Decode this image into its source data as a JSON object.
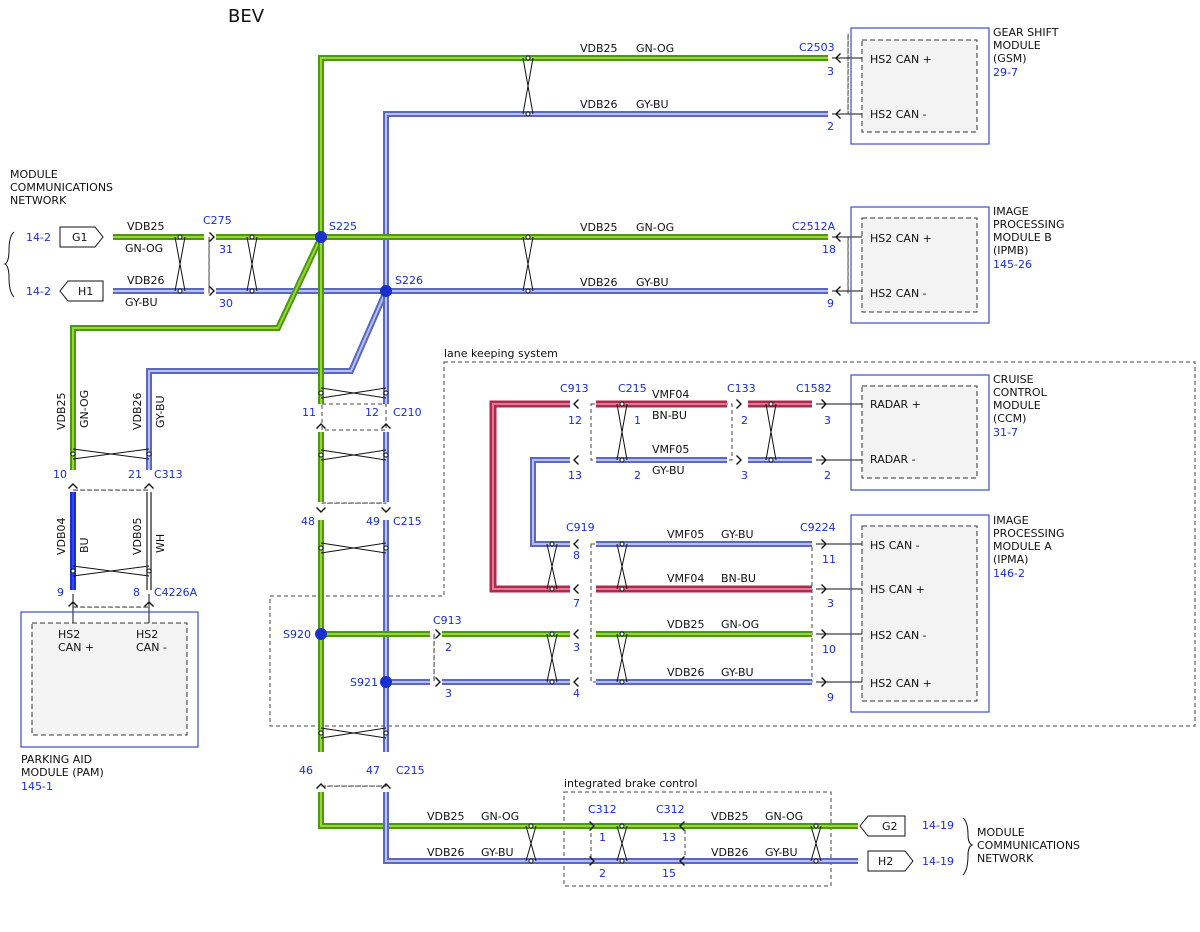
{
  "title": "BEV",
  "colors": {
    "green": "#4a9a10",
    "greenCore": "#9bd33a",
    "blue": "#5a68c0",
    "blueCore": "#b7c0f0",
    "red": "#b0284a",
    "redCore": "#e07a9a",
    "ink": "#111111",
    "link": "#1a2fd0",
    "moduleBorder": "#3b4cc8"
  },
  "modules": {
    "gsm": {
      "name": [
        "GEAR SHIFT",
        "MODULE",
        "(GSM)"
      ],
      "ref": "29-7",
      "pins": [
        "HS2 CAN +",
        "HS2 CAN -"
      ]
    },
    "ipmb": {
      "name": [
        "IMAGE",
        "PROCESSING",
        "MODULE B",
        "(IPMB)"
      ],
      "ref": "145-26",
      "pins": [
        "HS2 CAN +",
        "HS2 CAN -"
      ]
    },
    "ccm": {
      "name": [
        "CRUISE",
        "CONTROL",
        "MODULE",
        "(CCM)"
      ],
      "ref": "31-7",
      "pins": [
        "RADAR +",
        "RADAR -"
      ]
    },
    "ipma": {
      "name": [
        "IMAGE",
        "PROCESSING",
        "MODULE A",
        "(IPMA)"
      ],
      "ref": "146-2",
      "pins": [
        "HS CAN -",
        "HS CAN +",
        "HS2 CAN -",
        "HS2 CAN +"
      ]
    },
    "pam": {
      "name": [
        "PARKING AID",
        "MODULE (PAM)"
      ],
      "ref": "145-1",
      "pins": [
        "HS2",
        "CAN +",
        "HS2",
        "CAN -"
      ]
    }
  },
  "network_left": {
    "label": [
      "MODULE",
      "COMMUNICATIONS",
      "NETWORK"
    ],
    "refs": [
      "14-2",
      "14-2"
    ],
    "tags": [
      "G1",
      "H1"
    ]
  },
  "network_right": {
    "label": [
      "MODULE",
      "COMMUNICATIONS",
      "NETWORK"
    ],
    "refs": [
      "14-19",
      "14-19"
    ],
    "tags": [
      "G2",
      "H2"
    ]
  },
  "groups": {
    "lane": "lane keeping system",
    "brake": "integrated brake control"
  },
  "wires": {
    "vdb25": "VDB25",
    "vdb26": "VDB26",
    "vdb04": "VDB04",
    "vdb05": "VDB05",
    "vmf04": "VMF04",
    "vmf05": "VMF05",
    "gnog": "GN-OG",
    "gybu": "GY-BU",
    "bnbu": "BN-BU",
    "bu": "BU",
    "wh": "WH"
  },
  "connectors": {
    "c2503": "C2503",
    "c275": "C275",
    "c2512a": "C2512A",
    "c913": "C913",
    "c215": "C215",
    "c133": "C133",
    "c1582": "C1582",
    "c919": "C919",
    "c9224": "C9224",
    "c210": "C210",
    "c313": "C313",
    "c4226a": "C4226A",
    "c312": "C312"
  },
  "splices": {
    "s225": "S225",
    "s226": "S226",
    "s920": "S920",
    "s921": "S921"
  },
  "pins": {
    "gsm": [
      "3",
      "2"
    ],
    "c275": [
      "31",
      "30"
    ],
    "ipmb": [
      "18",
      "9"
    ],
    "c913top": [
      "12",
      "13"
    ],
    "c215lk": [
      "1",
      "2"
    ],
    "c133": [
      "2",
      "3"
    ],
    "ccm": [
      "3",
      "2"
    ],
    "c919": [
      "8",
      "7"
    ],
    "ipma": [
      "11",
      "3",
      "10",
      "9"
    ],
    "c913low": [
      "2",
      "3"
    ],
    "c913mid": [
      "3",
      "4"
    ],
    "c210": [
      "11",
      "12"
    ],
    "c215a": [
      "48",
      "49"
    ],
    "c215b": [
      "46",
      "47"
    ],
    "c313": [
      "10",
      "21"
    ],
    "c4226a": [
      "9",
      "8"
    ],
    "c312l": [
      "1",
      "2"
    ],
    "c312r": [
      "13",
      "15"
    ]
  }
}
